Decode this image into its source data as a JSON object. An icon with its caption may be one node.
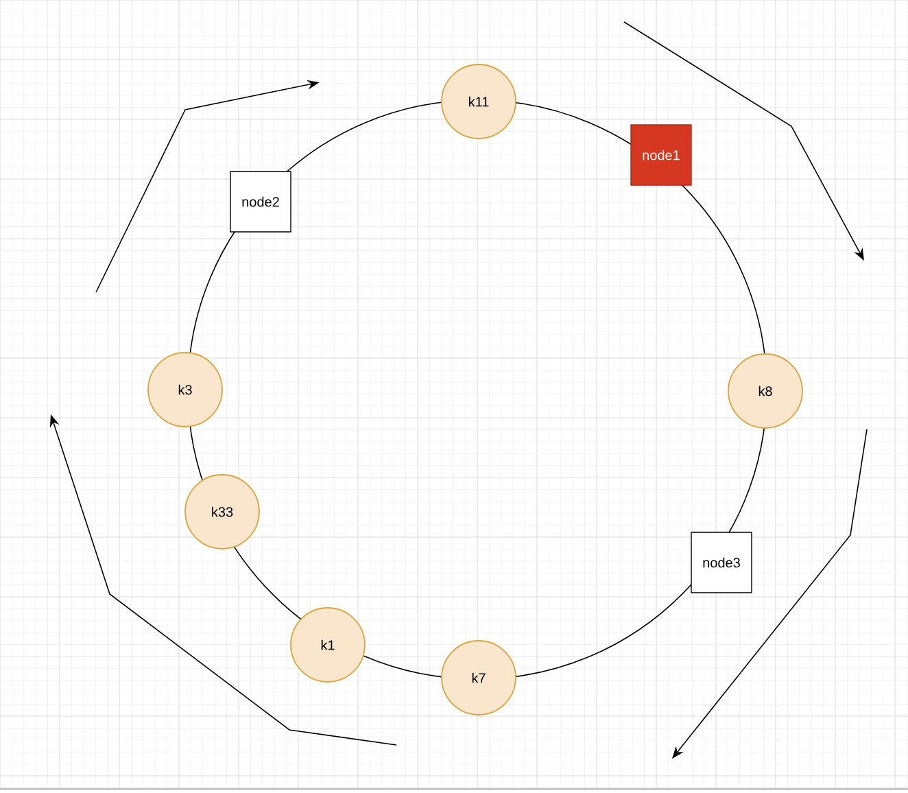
{
  "diagram": {
    "nodes": [
      {
        "text": [
          "k11"
        ]
      },
      {
        "text": [
          "node1"
        ]
      },
      {
        "text": [
          "k8"
        ]
      },
      {
        "text": [
          "node3"
        ]
      },
      {
        "text": [
          "k7"
        ]
      },
      {
        "text": [
          "k1"
        ]
      },
      {
        "text": [
          "k33"
        ]
      },
      {
        "text": [
          "k3"
        ]
      },
      {
        "text": [
          "node2"
        ]
      }
    ]
  }
}
